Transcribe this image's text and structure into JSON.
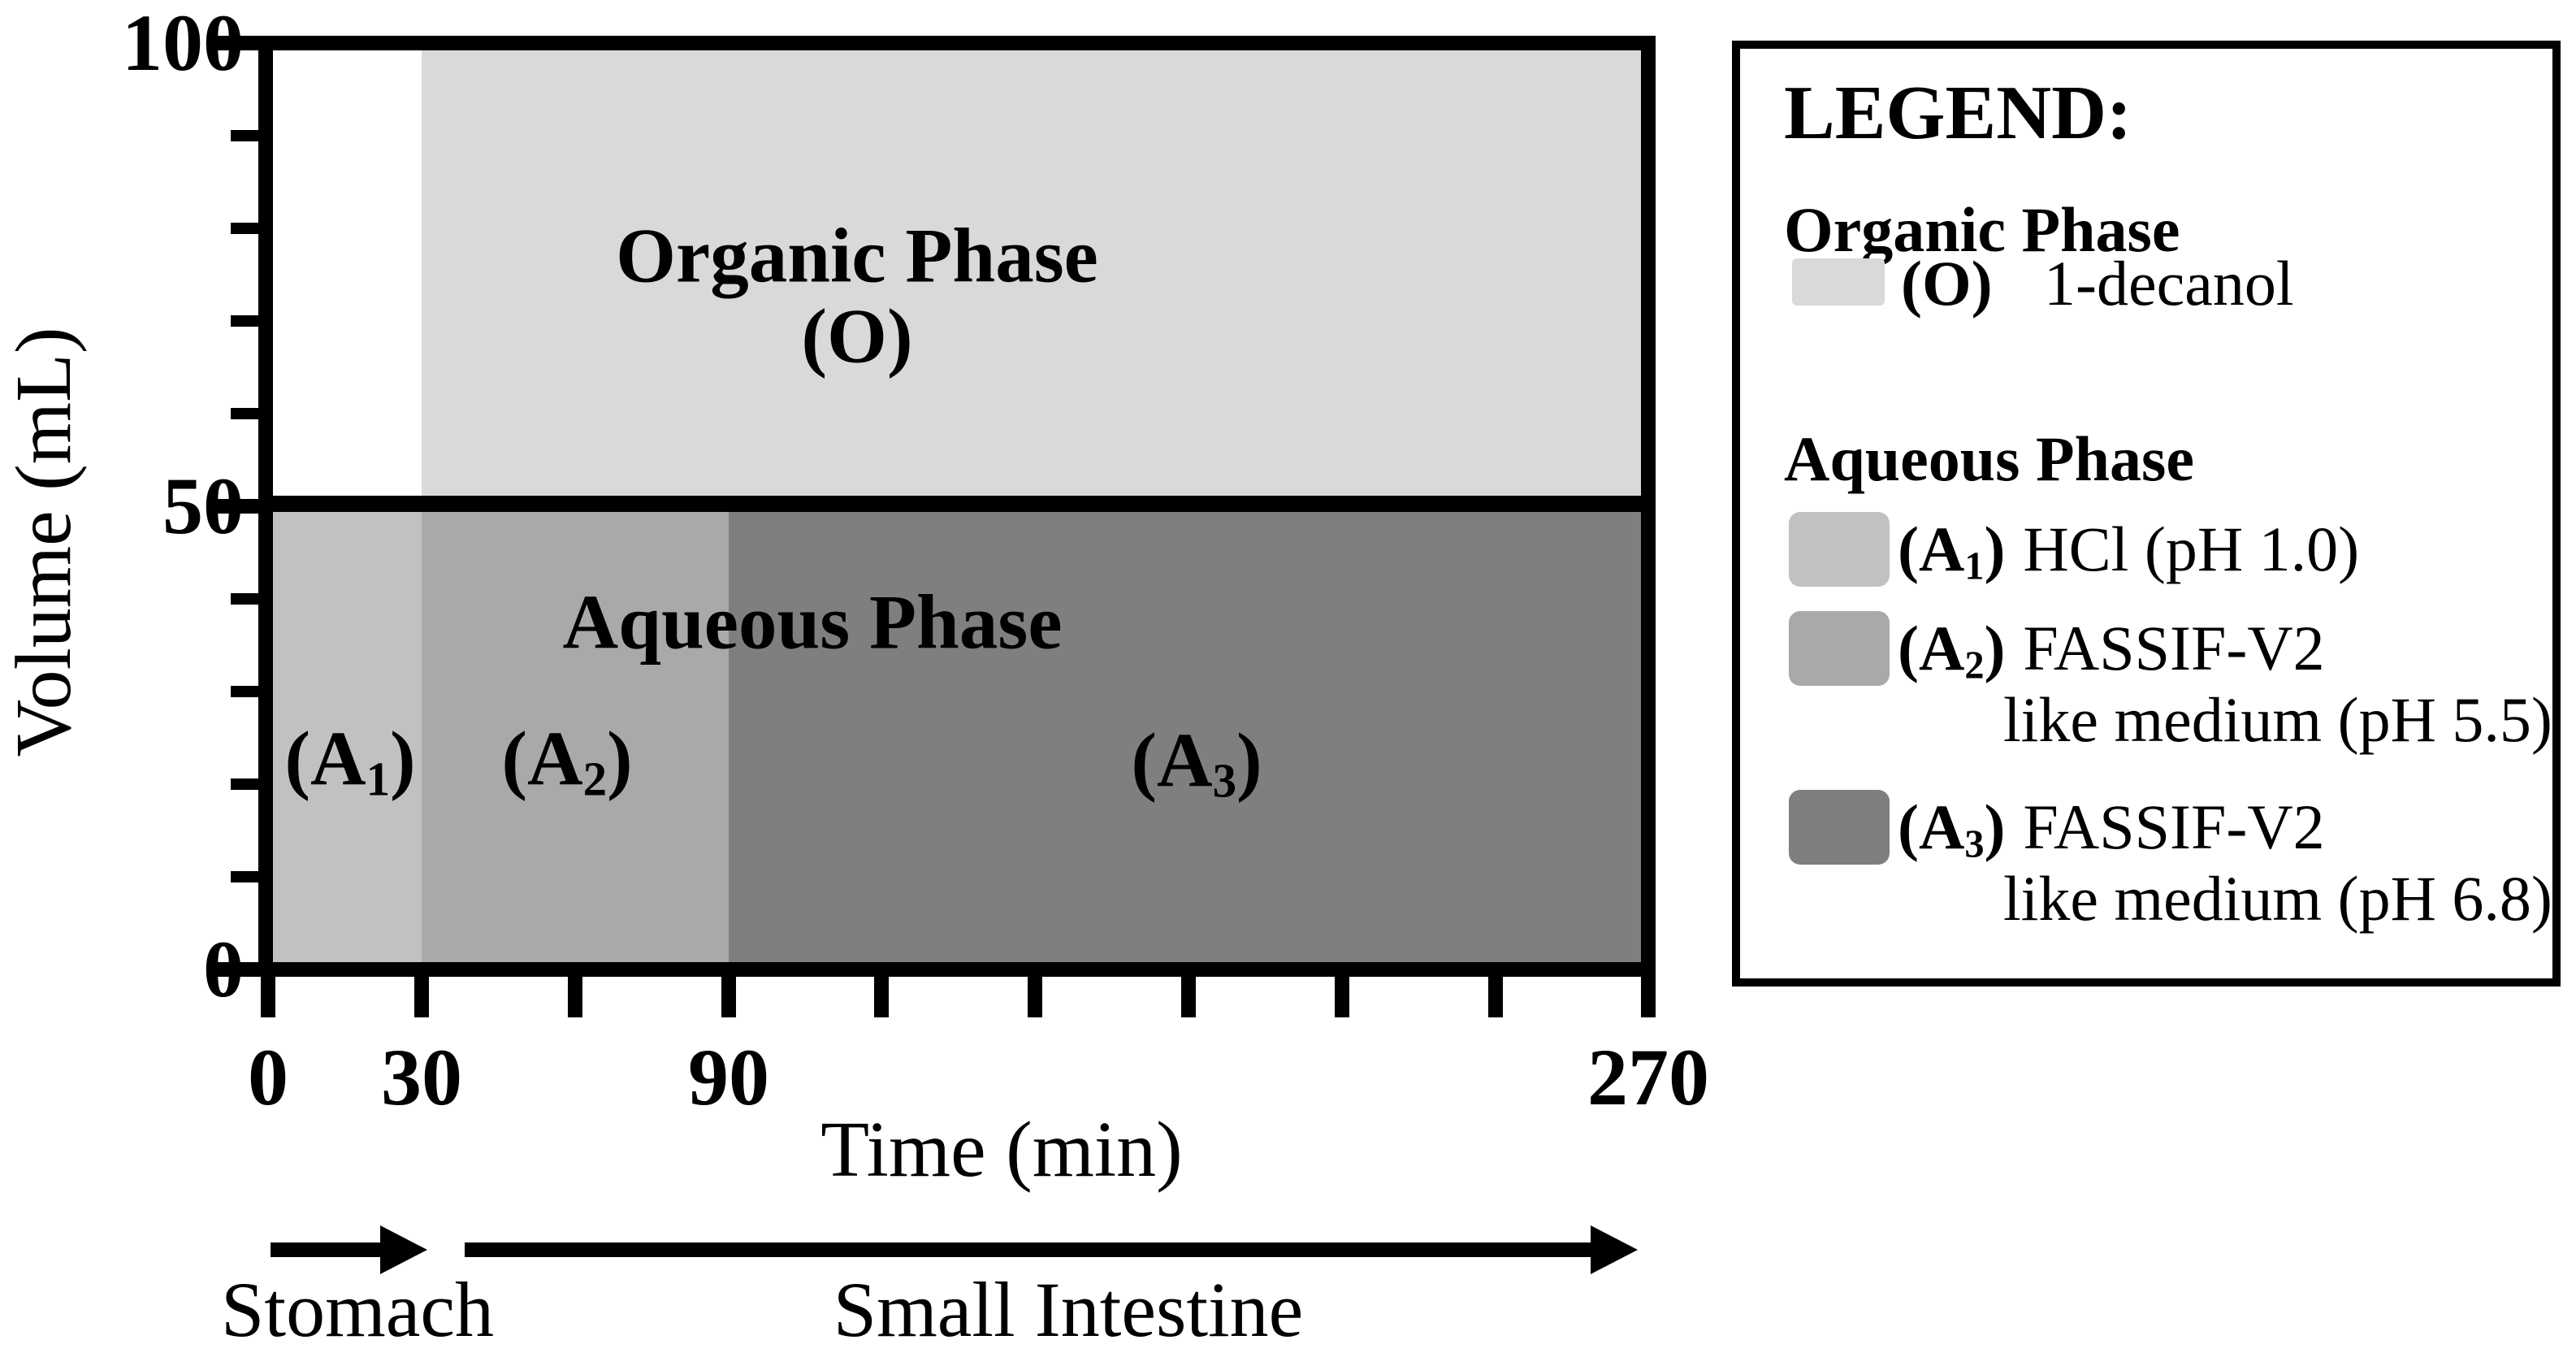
{
  "chart_data": {
    "type": "area",
    "title": "Biphasic dissolution setup: phase volumes over time",
    "xlabel": "Time (min)",
    "ylabel": "Volume (mL)",
    "xlim": [
      0,
      270
    ],
    "ylim": [
      0,
      100
    ],
    "x_ticks_all_min": [
      0,
      30,
      60,
      90,
      120,
      150,
      180,
      210,
      240,
      270
    ],
    "x_ticks_labeled": [
      0,
      30,
      90,
      270
    ],
    "y_ticks_all_ml": [
      0,
      10,
      20,
      30,
      40,
      50,
      60,
      70,
      80,
      90,
      100
    ],
    "y_ticks_labeled": [
      0,
      50,
      100
    ],
    "grid": false,
    "legend_position": "right",
    "phases": [
      {
        "code": "O",
        "phase": "Organic Phase",
        "medium": "1-decanol",
        "t_start_min": 30,
        "t_end_min": 270,
        "vol_bottom_ml": 50,
        "vol_top_ml": 100,
        "color": "#d9d9d9"
      },
      {
        "code": "A1",
        "phase": "Aqueous Phase",
        "medium": "HCl (pH 1.0)",
        "t_start_min": 0,
        "t_end_min": 30,
        "vol_bottom_ml": 0,
        "vol_top_ml": 50,
        "color": "#c1c1c1"
      },
      {
        "code": "A2",
        "phase": "Aqueous Phase",
        "medium": "FASSIF-V2 like medium (pH 5.5)",
        "t_start_min": 30,
        "t_end_min": 90,
        "vol_bottom_ml": 0,
        "vol_top_ml": 50,
        "color": "#a9a9a9"
      },
      {
        "code": "A3",
        "phase": "Aqueous Phase",
        "medium": "FASSIF-V2 like medium (pH 6.8)",
        "t_start_min": 90,
        "t_end_min": 270,
        "vol_bottom_ml": 0,
        "vol_top_ml": 50,
        "color": "#7f7f7f"
      }
    ],
    "gi_segments": [
      {
        "label": "Stomach",
        "t_start_min": 0,
        "t_end_min": 30
      },
      {
        "label": "Small Intestine",
        "t_start_min": 30,
        "t_end_min": 270
      }
    ]
  },
  "plot": {
    "y_axis_title": "Volume (mL)",
    "x_axis_title": "Time (min)",
    "y_tick_labels": [
      "100",
      "50",
      "0"
    ],
    "x_tick_labels": [
      "0",
      "30",
      "90",
      "270"
    ],
    "organic_label": "Organic Phase",
    "organic_code": "(O)",
    "aqueous_label": "Aqueous Phase",
    "a1": {
      "pre": "(A",
      "sub": "1",
      "post": ")"
    },
    "a2": {
      "pre": "(A",
      "sub": "2",
      "post": ")"
    },
    "a3": {
      "pre": "(A",
      "sub": "3",
      "post": ")"
    }
  },
  "legend": {
    "title": "LEGEND:",
    "organic_heading": "Organic Phase",
    "aqueous_heading": "Aqueous Phase",
    "o": {
      "code": "(O)",
      "text": "1-decanol"
    },
    "a1": {
      "pre": "(A",
      "sub": "1",
      "post": ")",
      "text": "HCl (pH 1.0)"
    },
    "a2": {
      "pre": "(A",
      "sub": "2",
      "post": ")",
      "line1": "FASSIF-V2",
      "line2": "like medium (pH 5.5)"
    },
    "a3": {
      "pre": "(A",
      "sub": "3",
      "post": ")",
      "line1": "FASSIF-V2",
      "line2": "like medium (pH 6.8)"
    }
  },
  "timeline": {
    "stomach_label": "Stomach",
    "small_intestine_label": "Small Intestine"
  },
  "colors": {
    "organic": "#d9d9d9",
    "a1": "#c1c1c1",
    "a2": "#a9a9a9",
    "a3": "#7f7f7f",
    "axis": "#000000",
    "background": "#ffffff"
  }
}
